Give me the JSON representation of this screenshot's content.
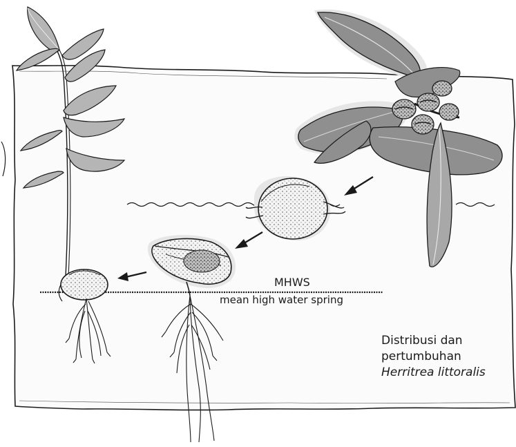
{
  "diagram": {
    "water_level": {
      "abbreviation": "MHWS",
      "full_name": "mean high water spring"
    },
    "caption": {
      "line1": "Distribusi dan",
      "line2": "pertumbuhan",
      "species": "Herritrea littoralis"
    }
  },
  "colors": {
    "ink": "#1a1a1a",
    "leaf_fill": "#8a8a8a",
    "panel_fill": "#fbfbfb",
    "shadow": "#e6e6e6"
  }
}
